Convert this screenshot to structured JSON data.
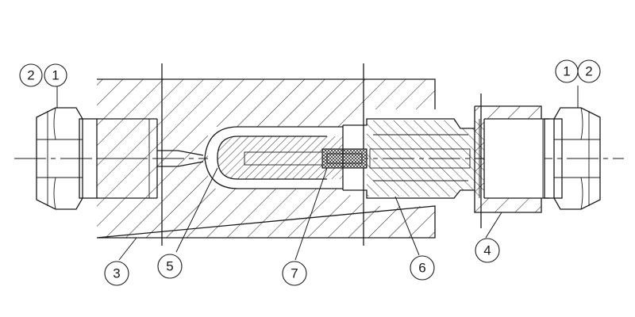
{
  "callouts": {
    "nut_left": "2",
    "ferrule_left": "1",
    "ferrule_right": "1",
    "nut_right": "2",
    "body": "3",
    "bushing": "4",
    "cone": "5",
    "insert_nut": "6",
    "filter_element": "7"
  },
  "colors": {
    "line": "#1a1a1a",
    "background": "#ffffff"
  }
}
